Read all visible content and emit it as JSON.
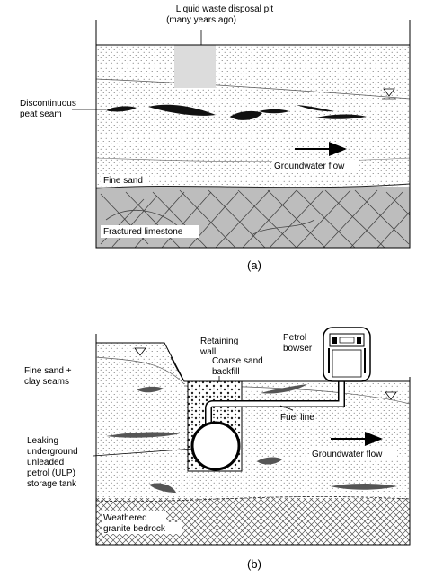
{
  "panel_a": {
    "caption": "(a)",
    "pit_label_line1": "Liquid waste disposal pit",
    "pit_label_line2": "(many years ago)",
    "peat_label_line1": "Discontinuous",
    "peat_label_line2": "peat seam",
    "flow_label": "Groundwater flow",
    "sand_label": "Fine sand",
    "limestone_label": "Fractured limestone",
    "water_table_icon": "triangle-down-icon"
  },
  "panel_b": {
    "caption": "(b)",
    "retaining_wall_line1": "Retaining",
    "retaining_wall_line2": "wall",
    "backfill_line1": "Coarse sand",
    "backfill_line2": "backfill",
    "bowser_line1": "Petrol",
    "bowser_line2": "bowser",
    "clay_line1": "Fine sand +",
    "clay_line2": "clay seams",
    "fuel_line_label": "Fuel line",
    "tank_line1": "Leaking",
    "tank_line2": "underground",
    "tank_line3": "unleaded",
    "tank_line4": "petrol (ULP)",
    "tank_line5": "storage tank",
    "flow_label": "Groundwater flow",
    "bedrock_line1": "Weathered",
    "bedrock_line2": "granite bedrock",
    "water_table_icon": "triangle-down-icon"
  }
}
